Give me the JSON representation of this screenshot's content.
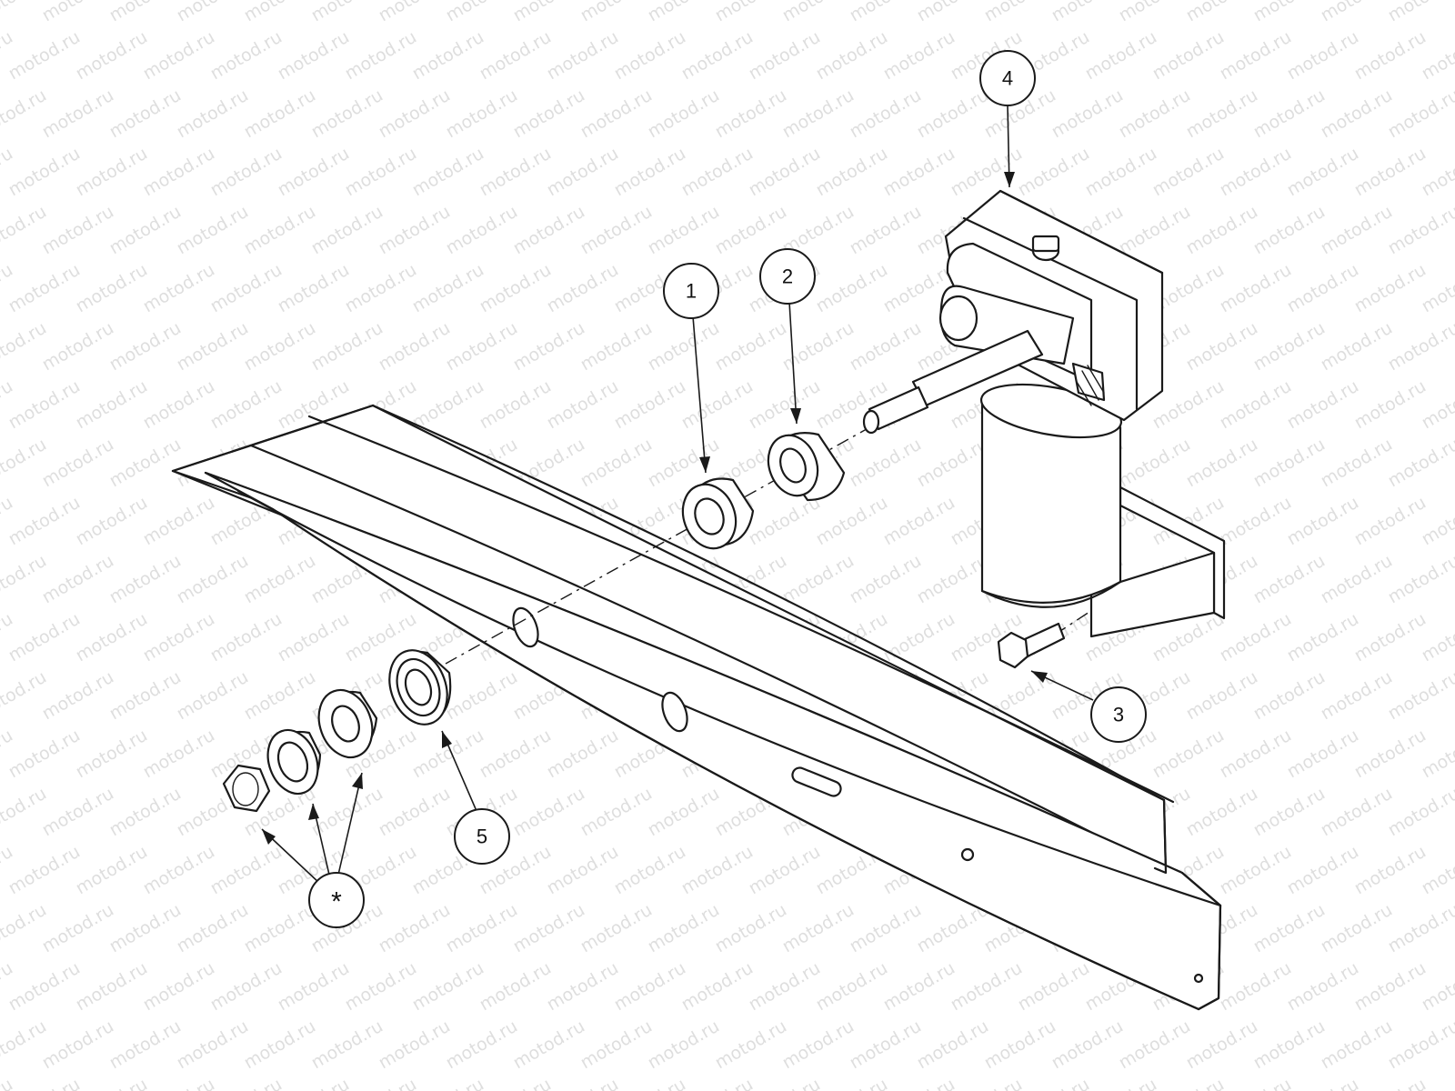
{
  "watermark": {
    "text": "motod.ru",
    "color": "#9a9a9a"
  },
  "callouts": [
    {
      "id": "1",
      "label": "1"
    },
    {
      "id": "2",
      "label": "2"
    },
    {
      "id": "3",
      "label": "3"
    },
    {
      "id": "4",
      "label": "4"
    },
    {
      "id": "5",
      "label": "5"
    },
    {
      "id": "star",
      "label": "*"
    }
  ],
  "colors": {
    "line": "#1a1a1a",
    "background": "#ffffff"
  }
}
